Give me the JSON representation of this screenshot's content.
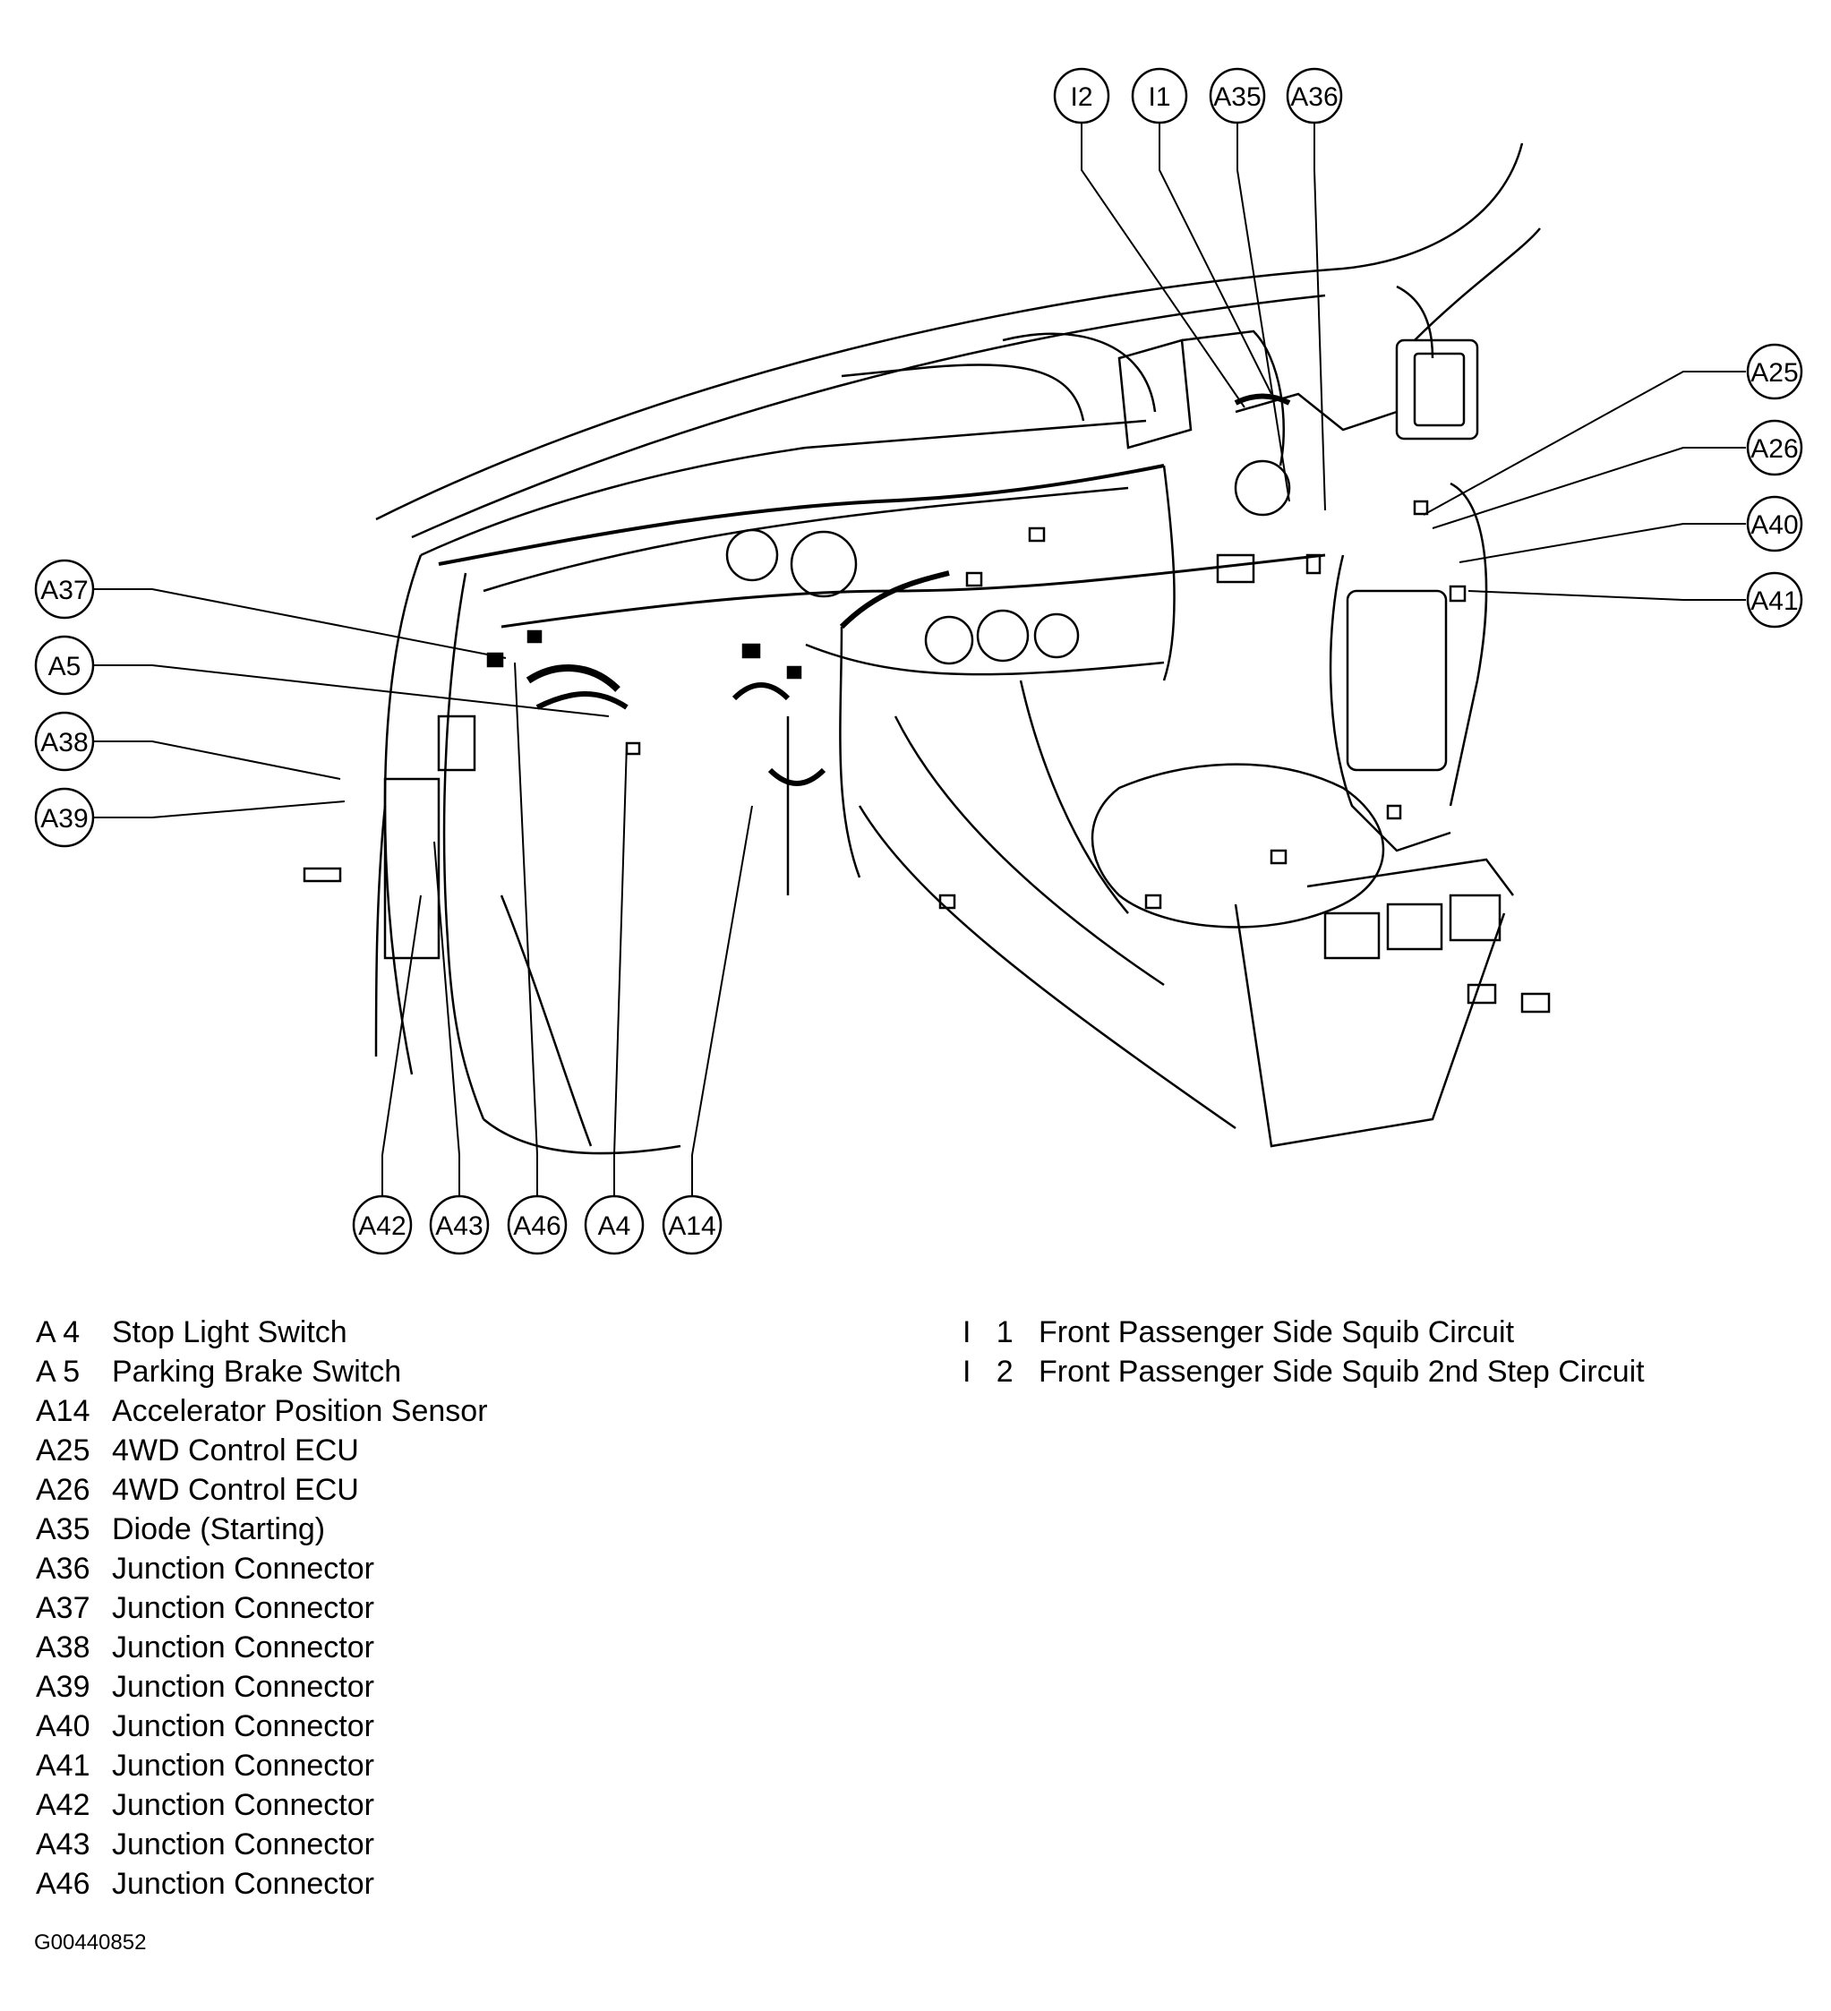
{
  "callouts": [
    {
      "id": "I2"
    },
    {
      "id": "I1"
    },
    {
      "id": "A35"
    },
    {
      "id": "A36"
    },
    {
      "id": "A25"
    },
    {
      "id": "A26"
    },
    {
      "id": "A40"
    },
    {
      "id": "A41"
    },
    {
      "id": "A37"
    },
    {
      "id": "A5"
    },
    {
      "id": "A38"
    },
    {
      "id": "A39"
    },
    {
      "id": "A42"
    },
    {
      "id": "A43"
    },
    {
      "id": "A46"
    },
    {
      "id": "A4"
    },
    {
      "id": "A14"
    }
  ],
  "legend_left": [
    {
      "code": "A  4",
      "description": "Stop Light Switch"
    },
    {
      "code": "A  5",
      "description": "Parking Brake Switch"
    },
    {
      "code": "A14",
      "description": "Accelerator Position Sensor"
    },
    {
      "code": "A25",
      "description": "4WD Control ECU"
    },
    {
      "code": "A26",
      "description": "4WD Control ECU"
    },
    {
      "code": "A35",
      "description": "Diode (Starting)"
    },
    {
      "code": "A36",
      "description": "Junction Connector"
    },
    {
      "code": "A37",
      "description": "Junction Connector"
    },
    {
      "code": "A38",
      "description": "Junction Connector"
    },
    {
      "code": "A39",
      "description": "Junction Connector"
    },
    {
      "code": "A40",
      "description": "Junction Connector"
    },
    {
      "code": "A41",
      "description": "Junction Connector"
    },
    {
      "code": "A42",
      "description": "Junction Connector"
    },
    {
      "code": "A43",
      "description": "Junction Connector"
    },
    {
      "code": "A46",
      "description": "Junction Connector"
    }
  ],
  "legend_right": [
    {
      "code": "I   1",
      "description": "Front Passenger Side Squib Circuit"
    },
    {
      "code": "I   2",
      "description": "Front Passenger Side Squib 2nd Step Circuit"
    }
  ],
  "figure_id": "G00440852"
}
